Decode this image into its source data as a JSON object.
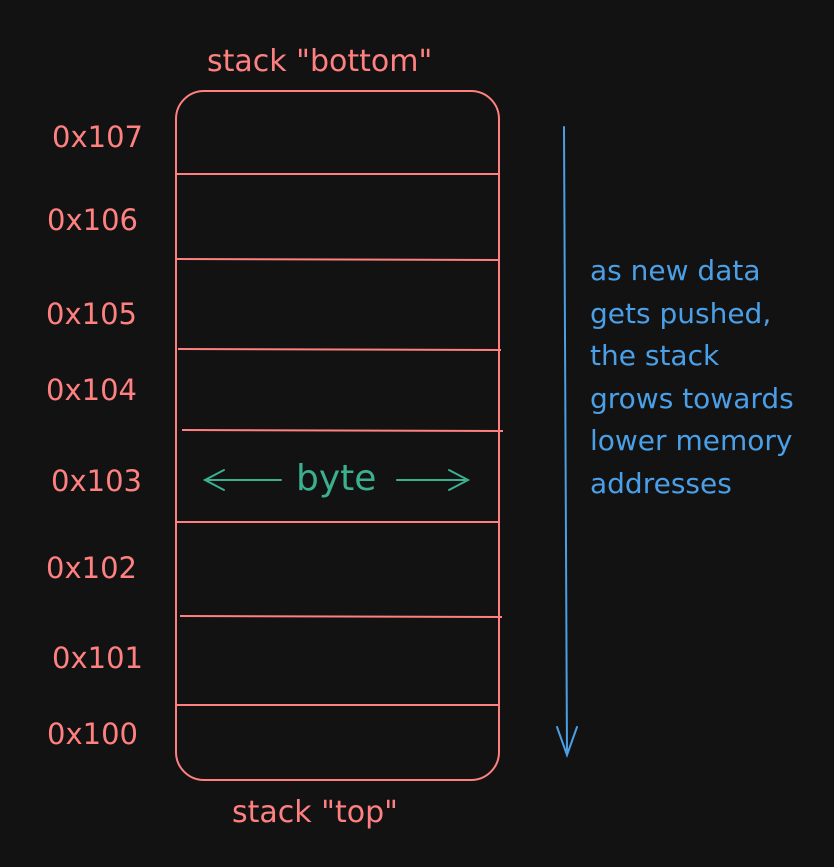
{
  "stack": {
    "bottom_label": "stack \"bottom\"",
    "top_label": "stack \"top\"",
    "addresses": [
      "0x107",
      "0x106",
      "0x105",
      "0x104",
      "0x103",
      "0x102",
      "0x101",
      "0x100"
    ],
    "cell_label": "byte"
  },
  "note": {
    "lines": [
      "as new data",
      "gets pushed,",
      "the stack",
      "grows towards",
      "lower memory",
      "addresses"
    ]
  },
  "colors": {
    "background": "#121212",
    "stack": "#ff8080",
    "byte": "#3bb08f",
    "arrow": "#4a9fe6"
  }
}
